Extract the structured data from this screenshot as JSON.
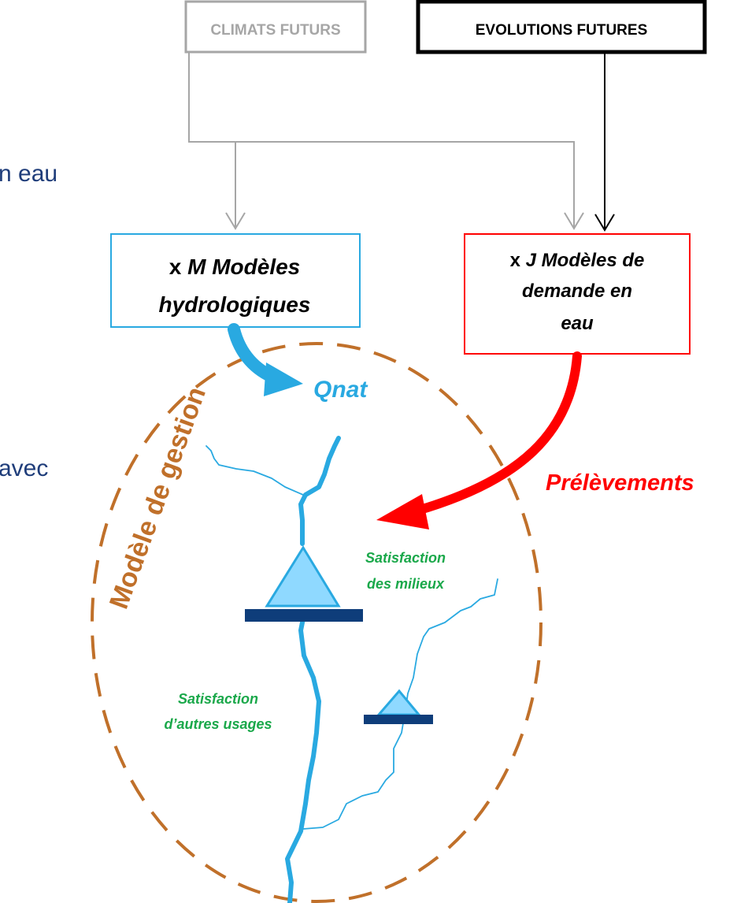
{
  "boxes": {
    "climats": {
      "label": "CLIMATS FUTURS",
      "border_color": "#a6a6a6",
      "text_color": "#a6a6a6"
    },
    "evolutions": {
      "label": "EVOLUTIONS FUTURES",
      "border_color": "#000000",
      "text_color": "#000000"
    },
    "hydro": {
      "prefix": "x",
      "line1": "M Modèles",
      "line2": "hydrologiques",
      "border_color": "#29a9e1"
    },
    "demande": {
      "prefix": "x",
      "line1": "J Modèles de",
      "line2": "demande en",
      "line3": "eau",
      "border_color": "#ff0000"
    }
  },
  "labels": {
    "qnat": "Qnat",
    "prelevements": "Prélèvements",
    "modele_gestion": "Modèle de gestion",
    "satisfaction_milieux_1": "Satisfaction",
    "satisfaction_milieux_2": "des milieux",
    "satisfaction_usages_1": "Satisfaction",
    "satisfaction_usages_2": "d’autres usages"
  },
  "left_text_fragments": {
    "fragment1": "n eau",
    "fragment2": "avec"
  },
  "colors": {
    "river": "#29a9e1",
    "dam_bar": "#0e3d7a",
    "reservoir_fill": "#8fd9ff",
    "dashed_circle": "#c0702a",
    "prelevements_arrow": "#ff0000",
    "satisfaction_text": "#1aa84a",
    "left_text": "#1f3d7a"
  }
}
